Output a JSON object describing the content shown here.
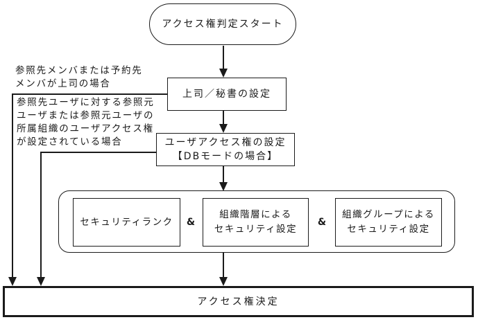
{
  "flowchart": {
    "colors": {
      "line": "#1a1a1a",
      "background": "#ffffff"
    },
    "start": {
      "label": "アクセス権判定スタート"
    },
    "steps": {
      "boss_secretary": {
        "label": "上司／秘書の設定"
      },
      "user_access": {
        "label": "ユーザアクセス権の設定\n【DBモードの場合】"
      },
      "decision": {
        "label": "アクセス権決定"
      }
    },
    "security_group": {
      "rank": {
        "label": "セキュリティランク"
      },
      "operator1": "&",
      "hierarchy": {
        "label": "組織階層による\nセキュリティ設定"
      },
      "operator2": "&",
      "org_group": {
        "label": "組織グループによる\nセキュリティ設定"
      }
    },
    "annotations": {
      "boss_condition": {
        "label": "参照先メンバまたは予約先\nメンバが上司の場合"
      },
      "user_access_condition": {
        "label": "参照先ユーザに対する参照元\nユーザまたは参照元ユーザの\n所属組織のユーザアクセス権\nが設定されている場合"
      }
    }
  }
}
